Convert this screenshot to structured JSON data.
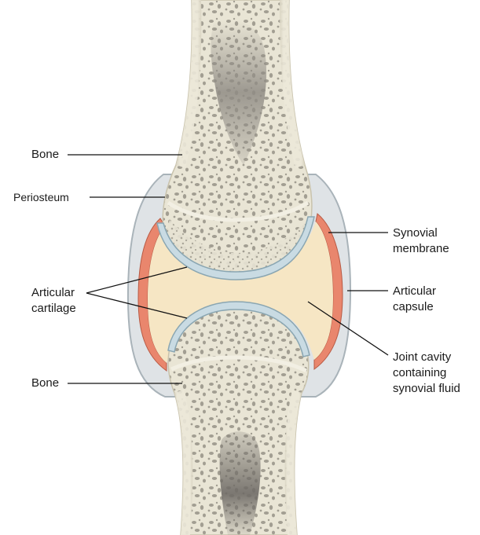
{
  "labels": {
    "bone_top": "Bone",
    "periosteum": "Periosteum",
    "articular_cartilage": [
      "Articular",
      "cartilage"
    ],
    "bone_bottom": "Bone",
    "synovial_membrane": [
      "Synovial",
      "membrane"
    ],
    "articular_capsule": [
      "Articular",
      "capsule"
    ],
    "joint_cavity": [
      "Joint cavity",
      "containing",
      "synovial fluid"
    ]
  },
  "colors": {
    "bone_fill": "#e9e5d5",
    "spongy_hole": "#9b978c",
    "marrow": "#8f8b84",
    "cartilage": "#c9dbe3",
    "cartilage_edge": "#8aa6b2",
    "synovial_fluid": "#f6e6c4",
    "synovial_membrane": "#e9866d",
    "capsule": "#dfe3e6",
    "capsule_edge": "#a9b3b9",
    "leader_line": "#111111"
  }
}
